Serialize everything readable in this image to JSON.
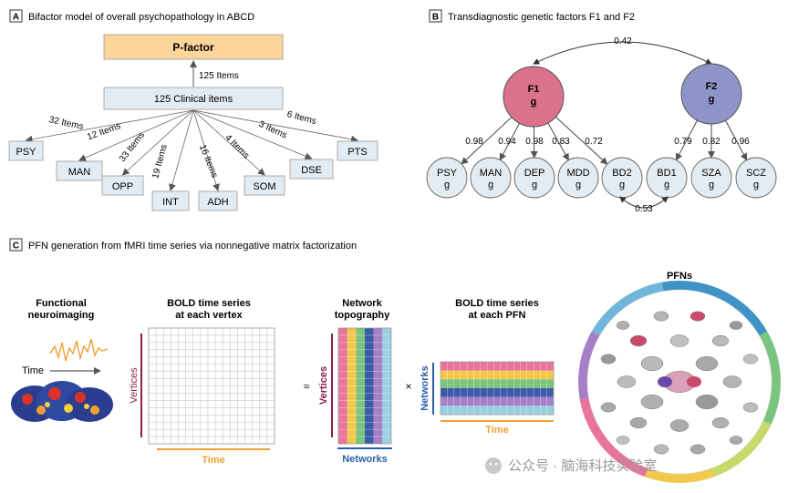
{
  "panel_a": {
    "letter": "A",
    "title": "Bifactor model of overall psychopathology in ABCD",
    "p_factor": "P-factor",
    "clinical": "125 Clinical items",
    "top_arrow_label": "125 Items",
    "nodes": [
      {
        "label": "PSY",
        "items": "32 Items"
      },
      {
        "label": "MAN",
        "items": "12 Items"
      },
      {
        "label": "OPP",
        "items": "33 Items"
      },
      {
        "label": "INT",
        "items": "19 Items"
      },
      {
        "label": "ADH",
        "items": "16 Items"
      },
      {
        "label": "SOM",
        "items": "4 Items"
      },
      {
        "label": "DSE",
        "items": "3 Items"
      },
      {
        "label": "PTS",
        "items": "6 Items"
      }
    ]
  },
  "panel_b": {
    "letter": "B",
    "title": "Transdiagnostic genetic factors F1 and F2",
    "correlation": "0.42",
    "residual": "0.53",
    "f1": {
      "name": "F1",
      "sub": "g",
      "color": "#d9728a"
    },
    "f2": {
      "name": "F2",
      "sub": "g",
      "color": "#8e93c8"
    },
    "g_label": "g",
    "f1_loadings": [
      {
        "label": "PSY",
        "loading": "0.98"
      },
      {
        "label": "MAN",
        "loading": "0.94"
      },
      {
        "label": "DEP",
        "loading": "0.98"
      },
      {
        "label": "MDD",
        "loading": "0.83"
      },
      {
        "label": "BD2",
        "loading": "0.72"
      }
    ],
    "f2_loadings": [
      {
        "label": "BD1",
        "loading": "0.79"
      },
      {
        "label": "SZA",
        "loading": "0.82"
      },
      {
        "label": "SCZ",
        "loading": "0.96"
      }
    ]
  },
  "panel_c": {
    "letter": "C",
    "title": "PFN generation from fMRI time series via nonnegative matrix factorization",
    "functional_l1": "Functional",
    "functional_l2": "neuroimaging",
    "time_label": "Time",
    "bold_vertex_l1": "BOLD time series",
    "bold_vertex_l2": "at each vertex",
    "vertices_label": "Vertices",
    "approx": "≈",
    "topo_l1": "Network",
    "topo_l2": "topography",
    "networks_label": "Networks",
    "times": "×",
    "bold_pfn_l1": "BOLD time series",
    "bold_pfn_l2": "at each PFN",
    "pfns_title": "PFNs",
    "accent_time": "#f0a030",
    "accent_vertices": "#8a1f4a",
    "accent_networks": "#2a5fa8",
    "network_colors": [
      "#e8749a",
      "#f2c94c",
      "#7bc47f",
      "#3b5ba9",
      "#a77fc8",
      "#9ad0e0"
    ]
  },
  "watermark": "公众号 · 脑海科技实验室"
}
